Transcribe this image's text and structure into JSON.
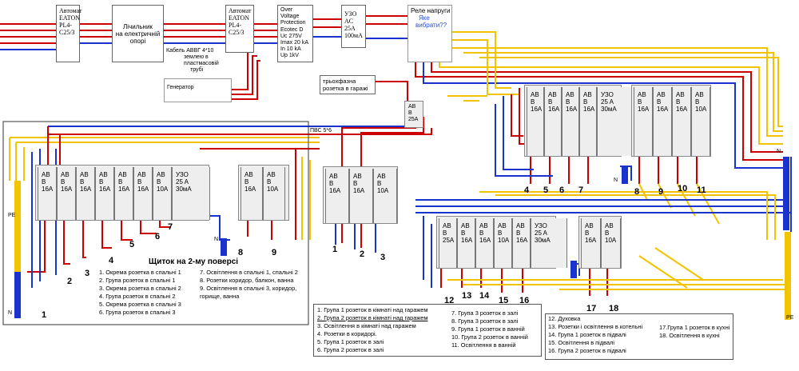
{
  "top": {
    "breaker_left": [
      "Автомат",
      "EATON",
      "PL4-",
      "C25/3"
    ],
    "meter": [
      "Лічильник",
      "",
      "на електричній",
      "опорі"
    ],
    "breaker_right": [
      "Автомат",
      "EATON",
      "PL4-",
      "C25/3"
    ],
    "overvoltage": [
      "Over",
      "Voltage",
      "Protection",
      "Ecotec D",
      "Uc 275V",
      "Imax 20 kA",
      "In 10 kA",
      "Up 1kV"
    ],
    "rcd_main": [
      "УЗО",
      "AC",
      "25A",
      "100мА"
    ],
    "relay": [
      "Реле напруги",
      "",
      "Яке",
      "вибрати??"
    ],
    "cable_note": [
      "Кабель АВВГ 4*10",
      "землею в",
      "пластмасовій",
      "трубі"
    ],
    "generator": "Генератор",
    "garage_socket": [
      "трьохфазна",
      "розетка в гаражі"
    ],
    "garage_breaker": [
      "AB",
      "B",
      "25A"
    ],
    "pvs_label": "ПВС 5*6"
  },
  "panel2": {
    "modules": [
      [
        "AB",
        "B",
        "16A"
      ],
      [
        "AB",
        "B",
        "16A"
      ],
      [
        "AB",
        "B",
        "16A"
      ],
      [
        "AB",
        "B",
        "16A"
      ],
      [
        "AB",
        "B",
        "16A"
      ],
      [
        "AB",
        "B",
        "16A"
      ],
      [
        "AB",
        "B",
        "10A"
      ],
      [
        "УЗО",
        "25 A",
        "30мА"
      ]
    ],
    "modules_b": [
      [
        "AB",
        "B",
        "16A"
      ],
      [
        "AB",
        "B",
        "10A"
      ]
    ],
    "numbers": [
      "1",
      "2",
      "3",
      "4",
      "5",
      "6",
      "7",
      "8",
      "9"
    ],
    "title": "Щиток на 2-му поверсі",
    "pe": "PE",
    "n": "N",
    "n_small": "N",
    "legend_left": [
      "1. Окрема розетка в спальні 1",
      "2. Група розеток в спальні 1",
      "3. Окрема розетка в спальні 2",
      "4. Група розеток в спальні 2",
      "5. Окрема розетка в спальні 3",
      "6. Група розеток в спальні 3"
    ],
    "legend_right": [
      "7. Освітлення в спальні 1, спальні 2",
      "8. Розетки коридор, балкон, ванна",
      "9. Освітлення в спальні 3, коридор,",
      "горище, ванна"
    ]
  },
  "panel_garage": {
    "modules": [
      [
        "AB",
        "B",
        "16A"
      ],
      [
        "AB",
        "B",
        "16A"
      ],
      [
        "AB",
        "B",
        "10A"
      ]
    ],
    "numbers": [
      "1",
      "2",
      "3"
    ]
  },
  "panel_upper": {
    "modules": [
      [
        "AB",
        "B",
        "16A"
      ],
      [
        "AB",
        "B",
        "16A"
      ],
      [
        "AB",
        "B",
        "16A"
      ],
      [
        "AB",
        "B",
        "16A"
      ],
      [
        "УЗО",
        "25 A",
        "30мА"
      ]
    ],
    "modules_b": [
      [
        "AB",
        "B",
        "16A"
      ],
      [
        "AB",
        "B",
        "16A"
      ],
      [
        "AB",
        "B",
        "16A"
      ],
      [
        "AB",
        "B",
        "10A"
      ]
    ],
    "numbers": [
      "4",
      "5",
      "6",
      "7",
      "8",
      "9",
      "10",
      "11"
    ],
    "n": "N",
    "n_right": "N"
  },
  "panel_lower": {
    "modules": [
      [
        "AB",
        "B",
        "25A"
      ],
      [
        "AB",
        "B",
        "16A"
      ],
      [
        "AB",
        "B",
        "16A"
      ],
      [
        "AB",
        "B",
        "10A"
      ],
      [
        "AB",
        "B",
        "16A"
      ],
      [
        "УЗО",
        "25 A",
        "30мА"
      ]
    ],
    "modules_b": [
      [
        "AB",
        "B",
        "16A"
      ],
      [
        "AB",
        "B",
        "10A"
      ]
    ],
    "numbers": [
      "12",
      "13",
      "14",
      "15",
      "16",
      "17",
      "18"
    ],
    "pe": "PE"
  },
  "legend_mid": {
    "col1": [
      "1. Група 1 розеток в кімнаті над гаражем",
      "2. Група 2 розеток в кімнаті над гаражем",
      "3. Освітлення в кімнаті над гаражем",
      "4. Розетки в коридорі.",
      "5. Група 1 розеток в залі",
      "6. Група 2 розеток в залі"
    ],
    "col2": [
      "7. Група 3 розеток в залі",
      "8. Група 3 розеток в залі",
      "9. Група 1 розеток в ванній",
      "10. Група 2 розеток в ванній",
      "11. Освітлення в ванній"
    ]
  },
  "legend_right": {
    "col1": [
      "12. Духовка",
      "13. Розетки і освітлення в котельні",
      "14. Група 1 розеток в підвалі",
      "15. Освітлення в підвалі",
      "16. Група 2 розеток в підвалі"
    ],
    "col2": [
      "17.Група 1 розеток в кухні",
      "18. Освітлення в кухні"
    ]
  },
  "colors": {
    "phase_red": "#cc0000",
    "neutral_blue": "#1a33cc",
    "earth_yellow": "#f2c400",
    "panel_gray": "#eeeeee"
  }
}
